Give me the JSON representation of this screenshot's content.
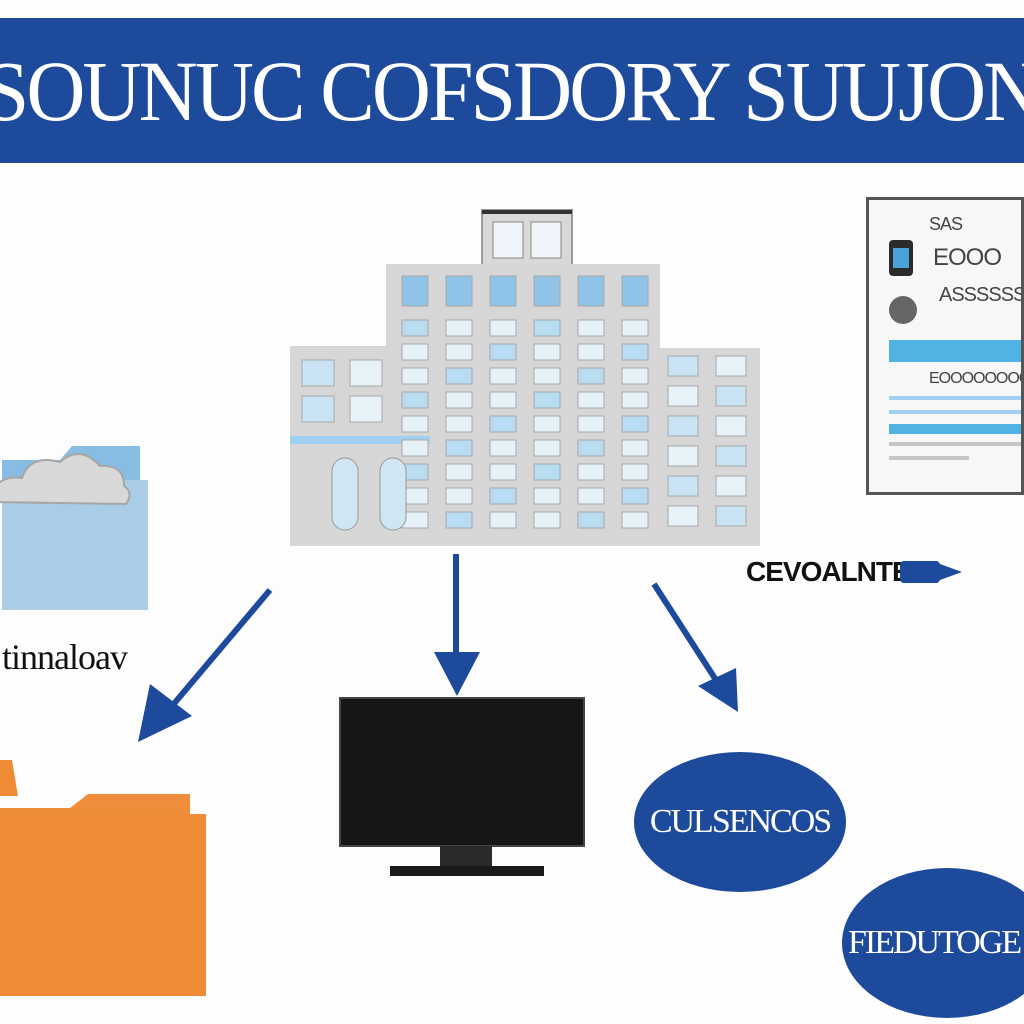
{
  "banner": {
    "title": "SOUNUC COFSDORY SUUJON",
    "color": "#1d4a9b"
  },
  "labels": {
    "left": "tinnaloav",
    "right": "CEVOALNTED",
    "ellipse_top": "CULSENCOS",
    "ellipse_bottom": "FIEDUTOGE"
  },
  "document": {
    "lines": [
      "SAS",
      "EOOO",
      "ASSSSSSS",
      "EOOOOOOOO"
    ]
  },
  "icons": {
    "central": "building-icon",
    "top_right": "document-icon",
    "left_top": "cloud-folder-icon",
    "left_bottom": "folder-icon",
    "center_bottom": "monitor-icon",
    "pen": "pen-icon"
  },
  "colors": {
    "accent": "#1d4a9b",
    "folder_orange": "#ef8a35",
    "folder_blue": "#a9cde6",
    "building": "#d4d4d4",
    "window_blue": "#8fc3e8"
  }
}
